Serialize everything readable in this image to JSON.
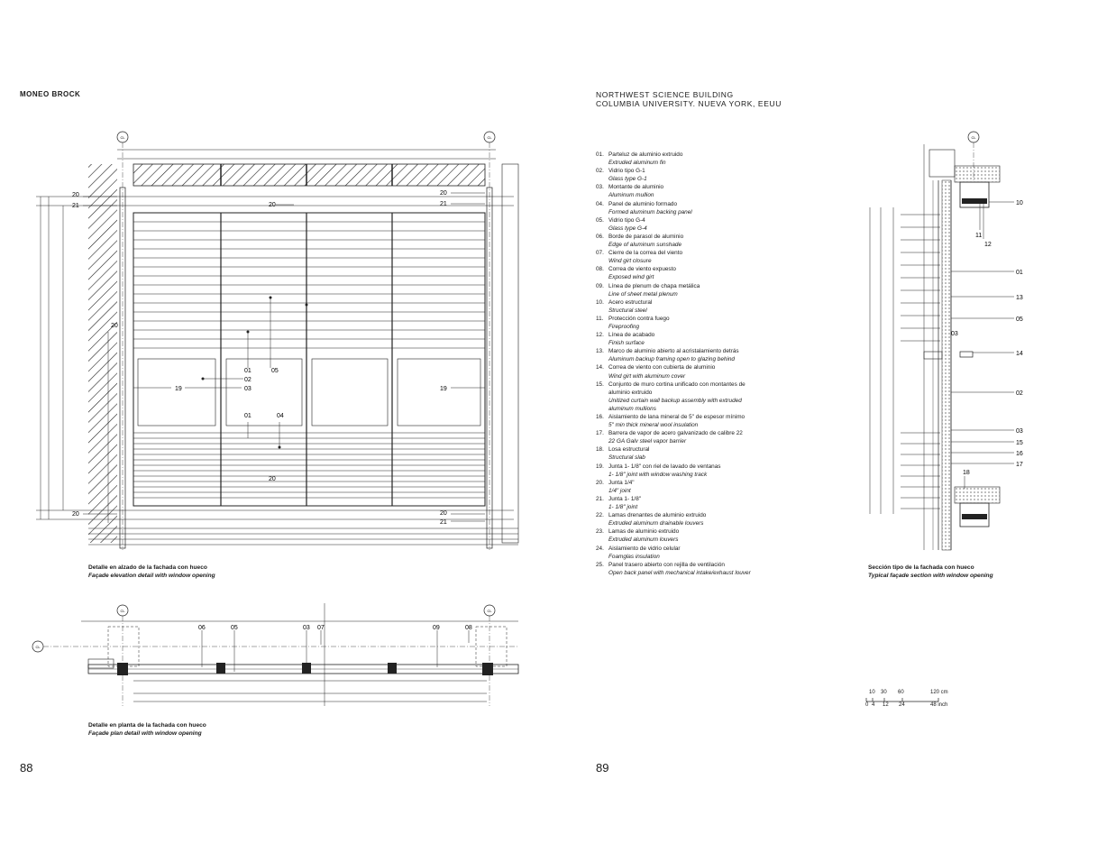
{
  "left_page": {
    "header": "MONEO BROCK",
    "page_number": "88",
    "elevation_caption": {
      "es": "Detalle en alzado de la fachada con hueco",
      "en": "Façade elevation detail with window opening"
    },
    "plan_caption": {
      "es": "Detalle en planta de la fachada con hueco",
      "en": "Façade plan detail with window opening"
    },
    "elevation_callouts": {
      "n20": "20",
      "n21": "21",
      "n19": "19",
      "n01": "01",
      "n02": "02",
      "n03": "03",
      "n04": "04",
      "n05": "05",
      "cl": "CL"
    },
    "plan_callouts": {
      "n06": "06",
      "n05": "05",
      "n03": "03",
      "n07": "07",
      "n09": "09",
      "n08": "08",
      "cl": "CL"
    }
  },
  "right_page": {
    "header_line1": "NORTHWEST SCIENCE BUILDING",
    "header_line2": "COLUMBIA UNIVERSITY. NUEVA YORK, EEUU",
    "page_number": "89",
    "section_caption": {
      "es": "Sección tipo de la fachada con hueco",
      "en": "Typical façade section with window opening"
    },
    "legend": [
      {
        "num": "01.",
        "es": "Parteluz de aluminio extruido",
        "en": "Extruded aluminum fin"
      },
      {
        "num": "02.",
        "es": "Vidrio tipo G-1",
        "en": "Glass type G-1"
      },
      {
        "num": "03.",
        "es": "Montante de aluminio",
        "en": "Aluminum mullion"
      },
      {
        "num": "04.",
        "es": "Panel de aluminio formado",
        "en": "Formed aluminum backing panel"
      },
      {
        "num": "05.",
        "es": "Vidrio tipo G-4",
        "en": "Glass type G-4"
      },
      {
        "num": "06.",
        "es": "Borde de parasol de aluminio",
        "en": "Edge of aluminum sunshade"
      },
      {
        "num": "07.",
        "es": "Cierre de la correa del viento",
        "en": "Wind girt closure"
      },
      {
        "num": "08.",
        "es": "Correa de viento expuesto",
        "en": "Exposed wind girt"
      },
      {
        "num": "09.",
        "es": "Línea de plenum de chapa metálica",
        "en": "Line of sheet metal plenum"
      },
      {
        "num": "10.",
        "es": "Acero estructural",
        "en": "Structural steel"
      },
      {
        "num": "11.",
        "es": "Protección contra fuego",
        "en": "Fireproofing"
      },
      {
        "num": "12.",
        "es": "Línea de acabado",
        "en": "Finish surface"
      },
      {
        "num": "13.",
        "es": "Marco de aluminio abierto al acristalamiento detrás",
        "en": "Aluminum backup framing open to glazing behind"
      },
      {
        "num": "14.",
        "es": "Correa de viento con cubierta de aluminio",
        "en": "Wind girt with aluminum cover"
      },
      {
        "num": "15.",
        "es": "Conjunto de muro cortina unificado con montantes de aluminio extruido",
        "en": "Unitized curtain wall backup assembly with extruded aluminum mullions"
      },
      {
        "num": "16.",
        "es": "Aislamiento de lana mineral de 5\" de espesor mínimo",
        "en": "5\" min thick mineral wool insulation"
      },
      {
        "num": "17.",
        "es": "Barrera de vapor de acero galvanizado de calibre 22",
        "en": "22 GA Galv steel vapor barrier"
      },
      {
        "num": "18.",
        "es": "Losa estructural",
        "en": "Structural slab"
      },
      {
        "num": "19.",
        "es": "Junta 1- 1/8\" con riel de lavado de ventanas",
        "en": "1- 1/8\" joint with window washing track"
      },
      {
        "num": "20.",
        "es": "Junta 1/4\"",
        "en": "1/4\" joint"
      },
      {
        "num": "21.",
        "es": "Junta 1- 1/8\"",
        "en": "1- 1/8\" joint"
      },
      {
        "num": "22.",
        "es": "Lamas drenantes de aluminio extruido",
        "en": "Extruded aluminum drainable louvers"
      },
      {
        "num": "23.",
        "es": "Lamas de aluminio extruido",
        "en": "Extruded aluminum louvers"
      },
      {
        "num": "24.",
        "es": "Aislamiento de vidrio celular",
        "en": "Foamglas insulation"
      },
      {
        "num": "25.",
        "es": "Panel trasero abierto con rejilla de ventilación",
        "en": "Open back panel with mechanical intake/exhaust louver"
      }
    ],
    "section_callouts": {
      "n10": "10",
      "n11": "11",
      "n12": "12",
      "n01": "01",
      "n13": "13",
      "n05": "05",
      "n03a": "03",
      "n14": "14",
      "n02": "02",
      "n03b": "03",
      "n15": "15",
      "n16": "16",
      "n17": "17",
      "n18": "18",
      "cl": "CL"
    },
    "scale_bar": {
      "top": [
        "10",
        "30",
        "60",
        "120 cm"
      ],
      "bottom": [
        "0",
        "4",
        "12",
        "24",
        "48 inch"
      ]
    }
  }
}
